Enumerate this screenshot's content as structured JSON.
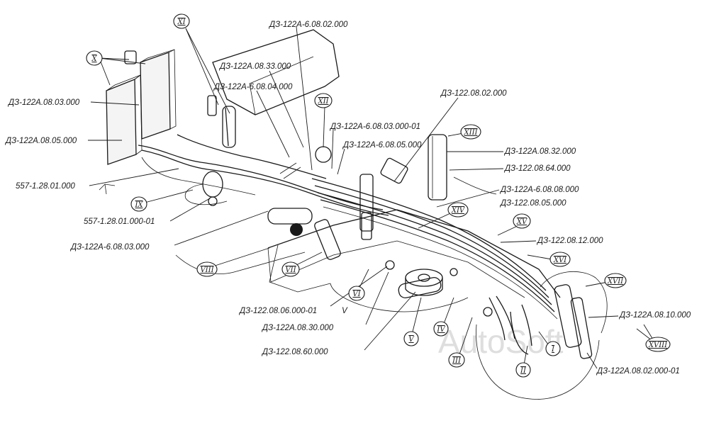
{
  "labels": {
    "l1": "ДЗ-122А-6.08.02.000",
    "l2": "ДЗ-122А.08.33.000",
    "l3": "ДЗ-122А-6.08.04.000",
    "l4": "ДЗ-122.08.02.000",
    "l5": "ДЗ-122А-6.08.03.000-01",
    "l6": "ДЗ-122А-6.08.05.000",
    "l7": "ДЗ-122А.08.03.000",
    "l8": "ДЗ-122А.08.05.000",
    "l9": "557-1.28.01.000",
    "l10": "557-1.28.01.000-01",
    "l11": "ДЗ-122А-6.08.03.000",
    "l12": "ДЗ-122А.08.32.000",
    "l13": "ДЗ-122.08.64.000",
    "l14": "ДЗ-122А-6.08.08.000",
    "l15": "ДЗ-122.08.05.000",
    "l16": "ДЗ-122.08.12.000",
    "l17": "ДЗ-122А.08.10.000",
    "l18": "ДЗ-122А.08.02.000-01",
    "l19": "ДЗ-122.08.06.000-01",
    "l20": "ДЗ-122А.08.30.000",
    "l21": "ДЗ-122.08.60.000"
  },
  "callouts": {
    "I": "I",
    "II": "II",
    "III": "III",
    "IV": "IV",
    "V": "V",
    "VI": "VI",
    "VII": "VII",
    "VIII": "VIII",
    "IX": "IX",
    "X": "X",
    "XI": "XI",
    "XII": "XII",
    "XIII": "XIII",
    "XIV": "XIV",
    "XV": "XV",
    "XVI": "XVI",
    "XVII": "XVII",
    "XVIII": "XVIII"
  },
  "stray_mark": "V",
  "watermark": "AutoSoft"
}
